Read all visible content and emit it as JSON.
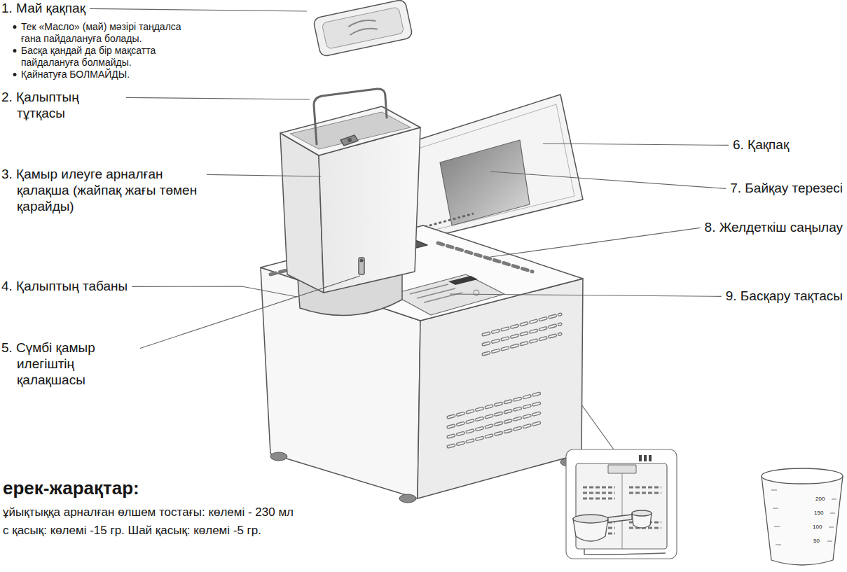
{
  "diagram": {
    "labels": [
      "1. Май қақпақ",
      "Тек «Масло» (май) мәзірі таңдалса ғана пайдалануға болады.",
      "Басқа қандай да бір мақсатта пайдалануға болмайды.",
      "Қайнатуға БОЛМАЙДЫ.",
      "2. Қалыптың тұтқасы",
      "3. Қамыр илеуге арналған қалақша (жайпақ жағы төмен қарайды)",
      "4. Қалыптың табаны",
      "5. Сүмбі қамыр илегіштің қалақшасы",
      "6. Қақпақ",
      "7. Байқау терезесі",
      "8. Желдеткіш саңылау",
      "9. Басқару тақтасы",
      "ерек-жарақтар:",
      "ұйықтыққа арналған өлшем тостағы: көлемі - 230 мл",
      "с қасық: көлемі -15 гр. Шай қасық: көлемі -5 гр.",
      "200",
      "150",
      "100",
      "50"
    ]
  }
}
